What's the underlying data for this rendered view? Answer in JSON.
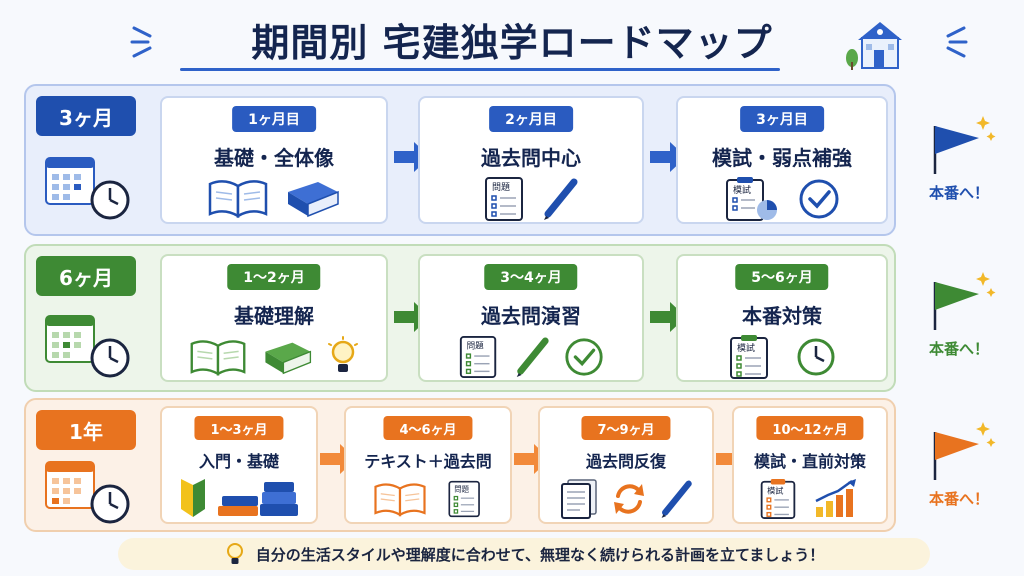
{
  "title": "期間別 宅建独学ロードマップ",
  "goal_label": "本番へ！",
  "footer_text": "自分の生活スタイルや理解度に合わせて、無理なく続けられる計画を立てましょう！",
  "colors": {
    "blue": "#1f4fae",
    "green": "#3e8a34",
    "orange": "#e8731f"
  },
  "rows": [
    {
      "badge": "3ヶ月",
      "steps": [
        {
          "period": "1ヶ月目",
          "title": "基礎・全体像",
          "icons": [
            "open-book-icon",
            "closed-book-icon"
          ]
        },
        {
          "period": "2ヶ月目",
          "title": "過去問中心",
          "icons": [
            "question-sheet-icon",
            "pen-icon"
          ],
          "sheet_label": "問題"
        },
        {
          "period": "3ヶ月目",
          "title": "模試・弱点補強",
          "icons": [
            "mock-exam-clipboard-icon",
            "check-circle-icon"
          ],
          "sheet_label": "模試"
        }
      ]
    },
    {
      "badge": "6ヶ月",
      "steps": [
        {
          "period": "1〜2ヶ月",
          "title": "基礎理解",
          "icons": [
            "open-book-icon",
            "closed-book-icon",
            "lightbulb-icon"
          ]
        },
        {
          "period": "3〜4ヶ月",
          "title": "過去問演習",
          "icons": [
            "question-sheet-icon",
            "pen-icon",
            "check-circle-icon"
          ],
          "sheet_label": "問題"
        },
        {
          "period": "5〜6ヶ月",
          "title": "本番対策",
          "icons": [
            "mock-exam-clipboard-icon",
            "clock-icon"
          ],
          "sheet_label": "模試"
        }
      ]
    },
    {
      "badge": "1年",
      "steps": [
        {
          "period": "1〜3ヶ月",
          "title": "入門・基礎",
          "icons": [
            "beginner-mark-icon",
            "book-stack-icon"
          ]
        },
        {
          "period": "4〜6ヶ月",
          "title": "テキスト＋過去問",
          "icons": [
            "open-book-icon",
            "question-sheet-icon"
          ],
          "sheet_label": "問題"
        },
        {
          "period": "7〜9ヶ月",
          "title": "過去問反復",
          "icons": [
            "papers-icon",
            "cycle-arrows-icon",
            "pen-icon"
          ]
        },
        {
          "period": "10〜12ヶ月",
          "title": "模試・直前対策",
          "icons": [
            "mock-exam-clipboard-icon",
            "growth-chart-icon"
          ],
          "sheet_label": "模試"
        }
      ]
    }
  ]
}
